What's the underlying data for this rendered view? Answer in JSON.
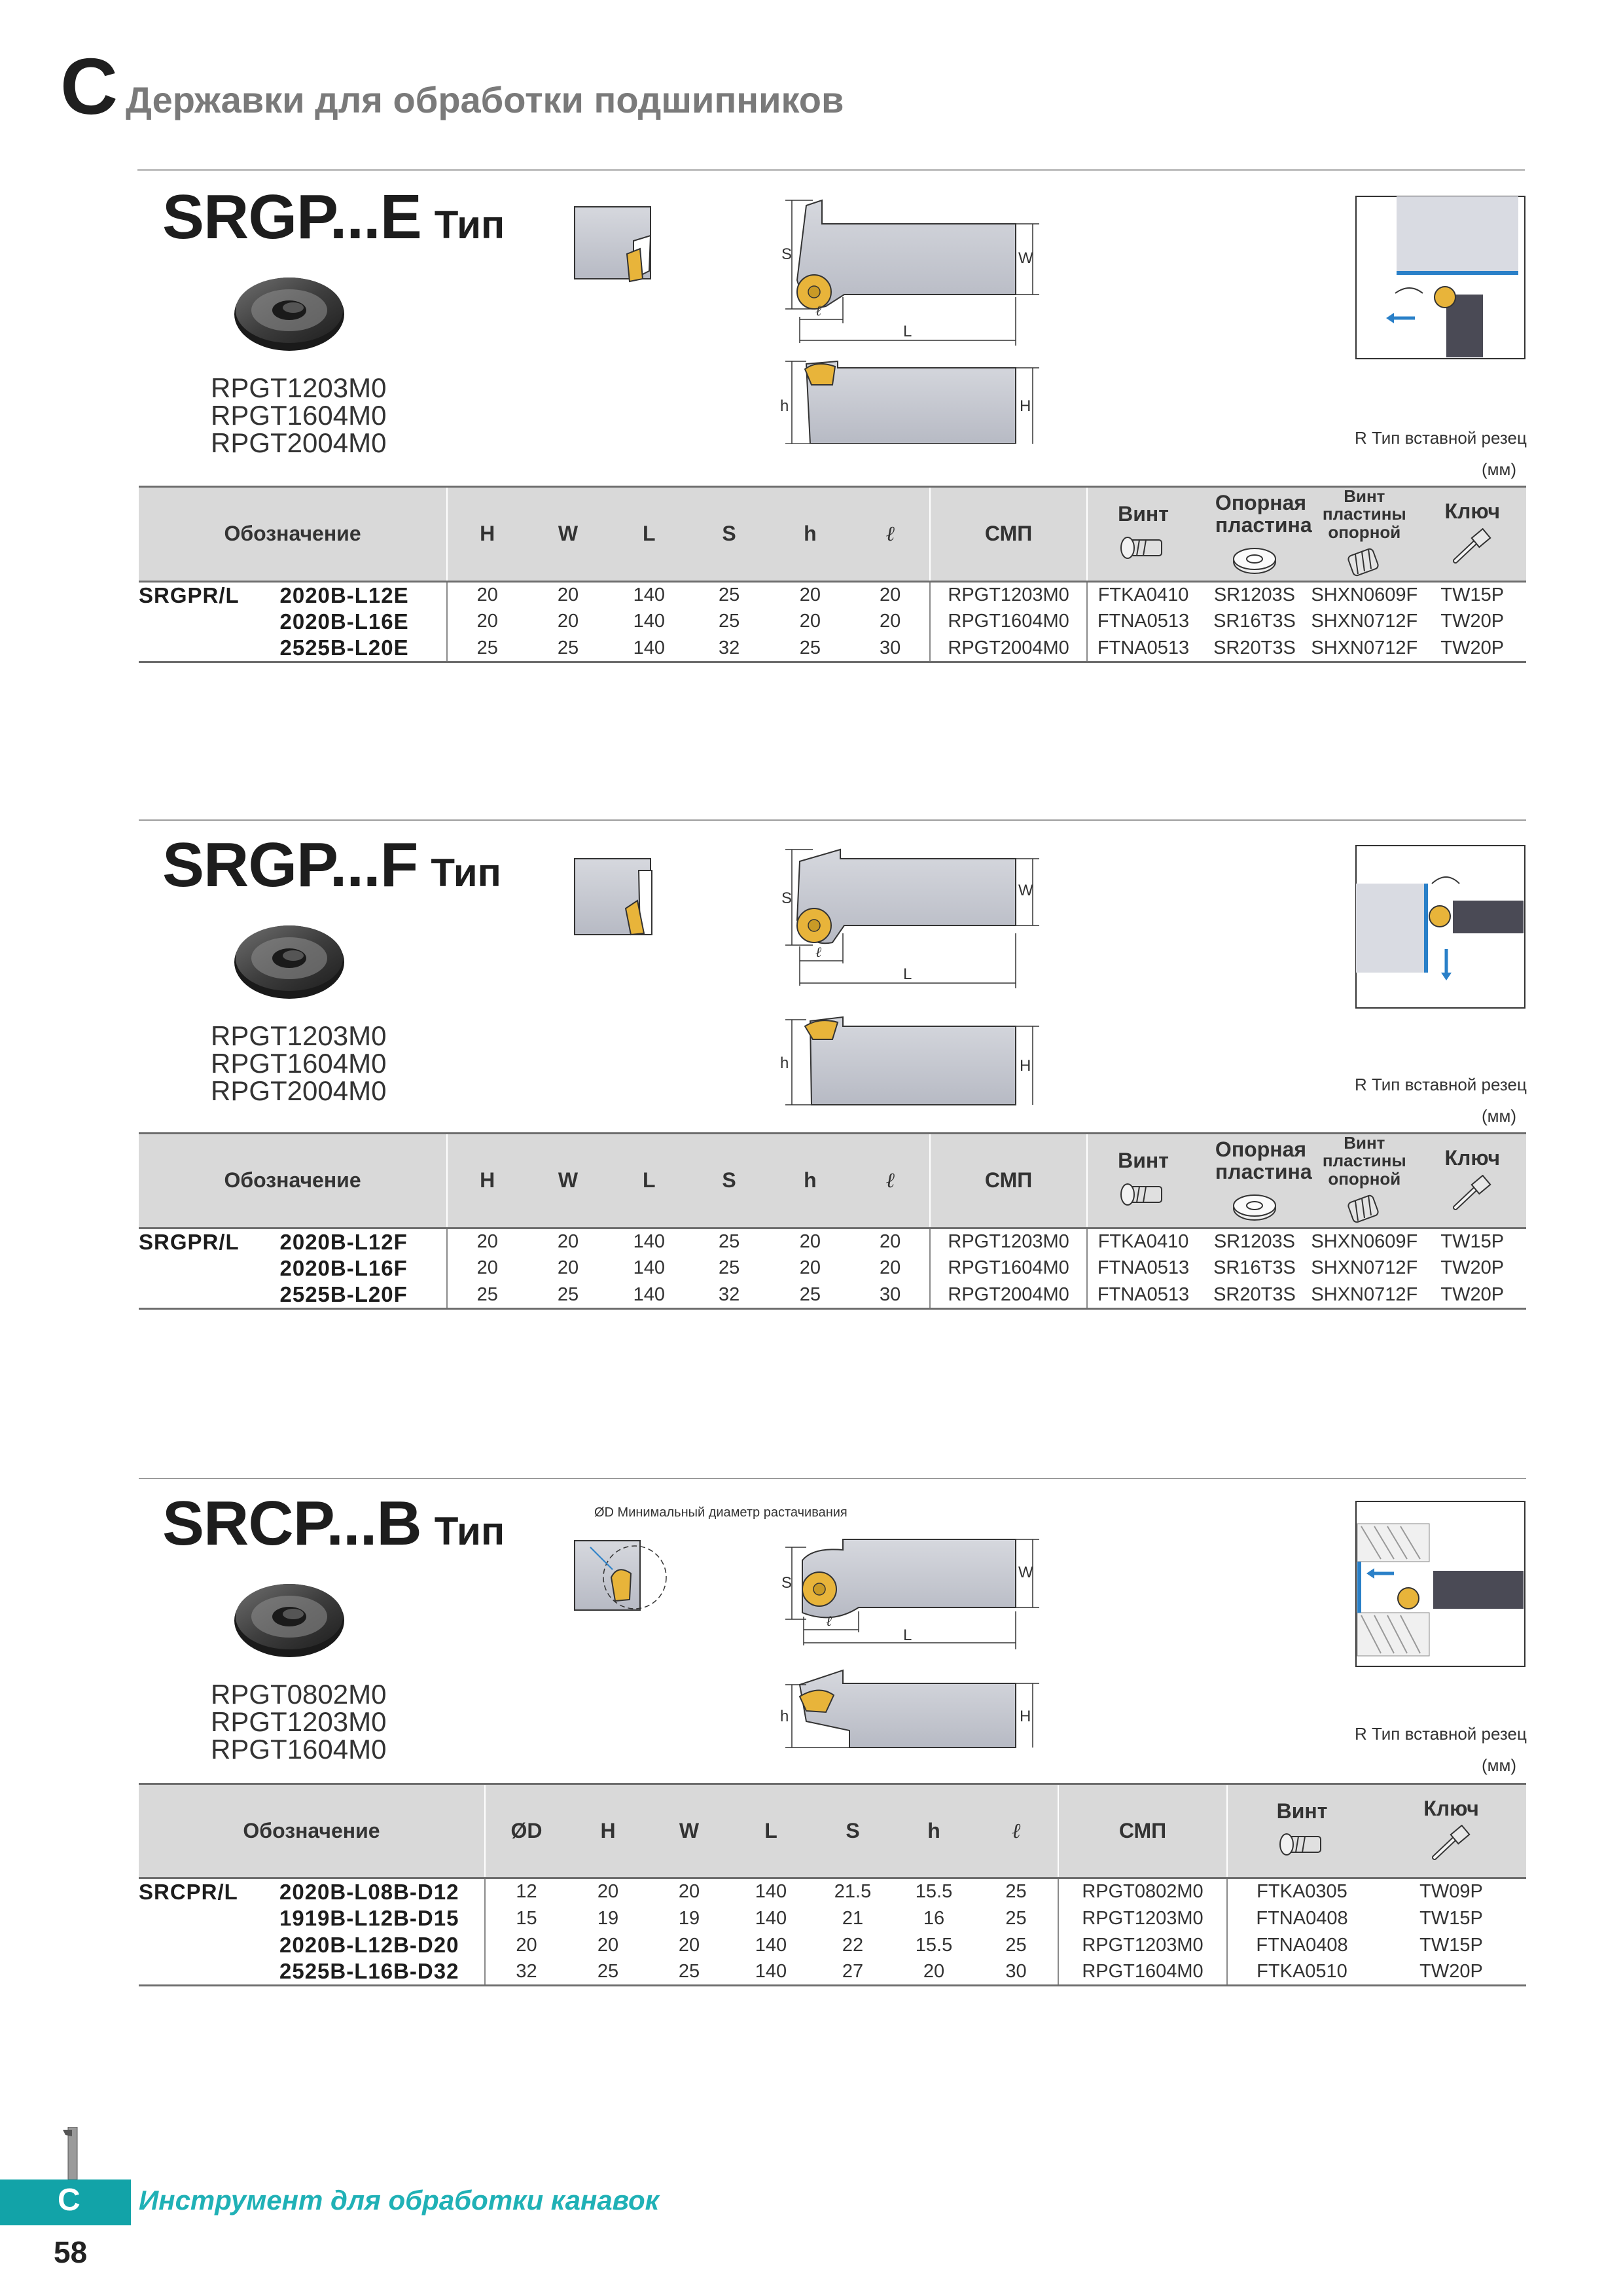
{
  "header": {
    "letter": "C",
    "title": "Державки для обработки подшипников"
  },
  "common": {
    "r_note": "R Тип вставной резец",
    "unit": "(мм)"
  },
  "section1": {
    "title": "SRGP...E",
    "title_suffix": "Тип",
    "inserts": [
      "RPGT1203M0",
      "RPGT1604M0",
      "RPGT2004M0"
    ],
    "dims": {
      "s": "S",
      "w": "W",
      "l_small": "ℓ",
      "l_big": "L",
      "h_small": "h",
      "h_big": "H"
    },
    "headers": {
      "designation": "Обозначение",
      "H": "H",
      "W": "W",
      "L": "L",
      "S": "S",
      "h": "h",
      "l": "ℓ",
      "smp": "СМП",
      "screw": "Винт",
      "support": "Опорная пластина",
      "support_screw": "Винт пластины опорной",
      "key": "Ключ"
    },
    "model": "SRGPR/L",
    "rows": [
      {
        "code": "2020B-L12E",
        "H": "20",
        "W": "20",
        "L": "140",
        "S": "25",
        "h": "20",
        "l": "20",
        "smp": "RPGT1203M0",
        "screw": "FTKA0410",
        "support": "SR1203S",
        "support_screw": "SHXN0609F",
        "key": "TW15P"
      },
      {
        "code": "2020B-L16E",
        "H": "20",
        "W": "20",
        "L": "140",
        "S": "25",
        "h": "20",
        "l": "20",
        "smp": "RPGT1604M0",
        "screw": "FTNA0513",
        "support": "SR16T3S",
        "support_screw": "SHXN0712F",
        "key": "TW20P"
      },
      {
        "code": "2525B-L20E",
        "H": "25",
        "W": "25",
        "L": "140",
        "S": "32",
        "h": "25",
        "l": "30",
        "smp": "RPGT2004M0",
        "screw": "FTNA0513",
        "support": "SR20T3S",
        "support_screw": "SHXN0712F",
        "key": "TW20P"
      }
    ]
  },
  "section2": {
    "title": "SRGP...F",
    "title_suffix": "Тип",
    "inserts": [
      "RPGT1203M0",
      "RPGT1604M0",
      "RPGT2004M0"
    ],
    "dims": {
      "s": "S",
      "w": "W",
      "l_small": "ℓ",
      "l_big": "L",
      "h_small": "h",
      "h_big": "H"
    },
    "headers": {
      "designation": "Обозначение",
      "H": "H",
      "W": "W",
      "L": "L",
      "S": "S",
      "h": "h",
      "l": "ℓ",
      "smp": "СМП",
      "screw": "Винт",
      "support": "Опорная пластина",
      "support_screw": "Винт пластины опорной",
      "key": "Ключ"
    },
    "model": "SRGPR/L",
    "rows": [
      {
        "code": "2020B-L12F",
        "H": "20",
        "W": "20",
        "L": "140",
        "S": "25",
        "h": "20",
        "l": "20",
        "smp": "RPGT1203M0",
        "screw": "FTKA0410",
        "support": "SR1203S",
        "support_screw": "SHXN0609F",
        "key": "TW15P"
      },
      {
        "code": "2020B-L16F",
        "H": "20",
        "W": "20",
        "L": "140",
        "S": "25",
        "h": "20",
        "l": "20",
        "smp": "RPGT1604M0",
        "screw": "FTNA0513",
        "support": "SR16T3S",
        "support_screw": "SHXN0712F",
        "key": "TW20P"
      },
      {
        "code": "2525B-L20F",
        "H": "25",
        "W": "25",
        "L": "140",
        "S": "32",
        "h": "25",
        "l": "30",
        "smp": "RPGT2004M0",
        "screw": "FTNA0513",
        "support": "SR20T3S",
        "support_screw": "SHXN0712F",
        "key": "TW20P"
      }
    ]
  },
  "section3": {
    "title": "SRCP...B",
    "title_suffix": "Тип",
    "inserts": [
      "RPGT0802M0",
      "RPGT1203M0",
      "RPGT1604M0"
    ],
    "od_note": "ØD Минимальный диаметр растачивания",
    "dims": {
      "s": "S",
      "w": "W",
      "l_small": "ℓ",
      "l_big": "L",
      "h_small": "h",
      "h_big": "H"
    },
    "headers": {
      "designation": "Обозначение",
      "D": "ØD",
      "H": "H",
      "W": "W",
      "L": "L",
      "S": "S",
      "h": "h",
      "l": "ℓ",
      "smp": "СМП",
      "screw": "Винт",
      "key": "Ключ"
    },
    "model": "SRCPR/L",
    "rows": [
      {
        "code": "2020B-L08B-D12",
        "D": "12",
        "H": "20",
        "W": "20",
        "L": "140",
        "S": "21.5",
        "h": "15.5",
        "l": "25",
        "smp": "RPGT0802M0",
        "screw": "FTKA0305",
        "key": "TW09P"
      },
      {
        "code": "1919B-L12B-D15",
        "D": "15",
        "H": "19",
        "W": "19",
        "L": "140",
        "S": "21",
        "h": "16",
        "l": "25",
        "smp": "RPGT1203M0",
        "screw": "FTNA0408",
        "key": "TW15P"
      },
      {
        "code": "2020B-L12B-D20",
        "D": "20",
        "H": "20",
        "W": "20",
        "L": "140",
        "S": "22",
        "h": "15.5",
        "l": "25",
        "smp": "RPGT1203M0",
        "screw": "FTNA0408",
        "key": "TW15P"
      },
      {
        "code": "2525B-L16B-D32",
        "D": "32",
        "H": "25",
        "W": "25",
        "L": "140",
        "S": "27",
        "h": "20",
        "l": "30",
        "smp": "RPGT1604M0",
        "screw": "FTKA0510",
        "key": "TW20P"
      }
    ]
  },
  "footer": {
    "tab_letter": "C",
    "title": "Инструмент для обработки канавок",
    "page": "58"
  },
  "colors": {
    "accent": "#12a3a8",
    "footer_text": "#20b1b6",
    "table_header": "#d9d9d9",
    "holder_body": "#c9cbd3",
    "insert_gold": "#e8b43a",
    "motion_arrow": "#2a80c8"
  }
}
